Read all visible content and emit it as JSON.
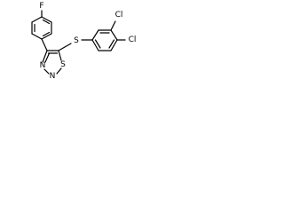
{
  "molecule": {
    "atoms": {
      "fluorine": "F",
      "sulfur_linker": "S",
      "chlorine_1": "Cl",
      "chlorine_2": "Cl",
      "ring_nitrogen_1": "N",
      "ring_nitrogen_2": "N",
      "ring_sulfur": "S"
    }
  },
  "colors": {
    "bond": "#000000",
    "label": "#000000",
    "background": "#ffffff"
  }
}
